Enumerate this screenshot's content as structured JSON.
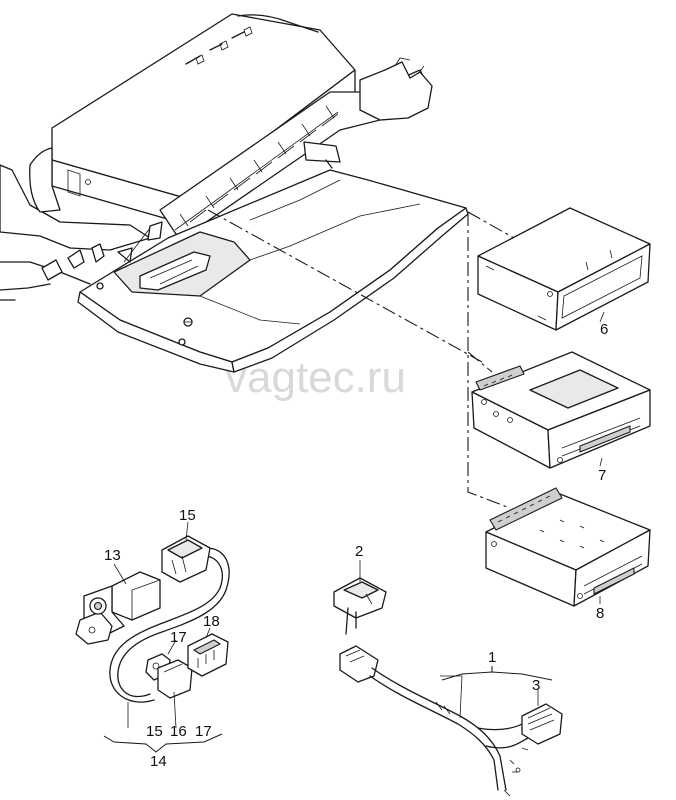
{
  "watermark": "vagtec.ru",
  "callouts": {
    "c1": "1",
    "c2": "2",
    "c3": "3",
    "c6": "6",
    "c7": "7",
    "c8": "8",
    "c13": "13",
    "c14": "14",
    "c15_top": "15",
    "c15_bottom": "15",
    "c16": "16",
    "c17_top": "17",
    "c17_bottom": "17",
    "c18": "18"
  }
}
